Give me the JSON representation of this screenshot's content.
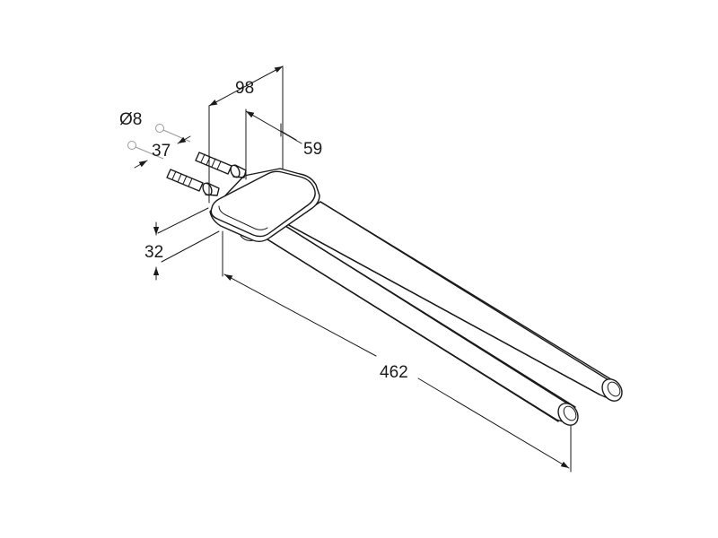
{
  "dimensions": {
    "depth_total": "98",
    "depth_bracket": "59",
    "hole_diameter": "Ø8",
    "hole_spacing": "37",
    "plate_height": "32",
    "arm_length": "462"
  }
}
